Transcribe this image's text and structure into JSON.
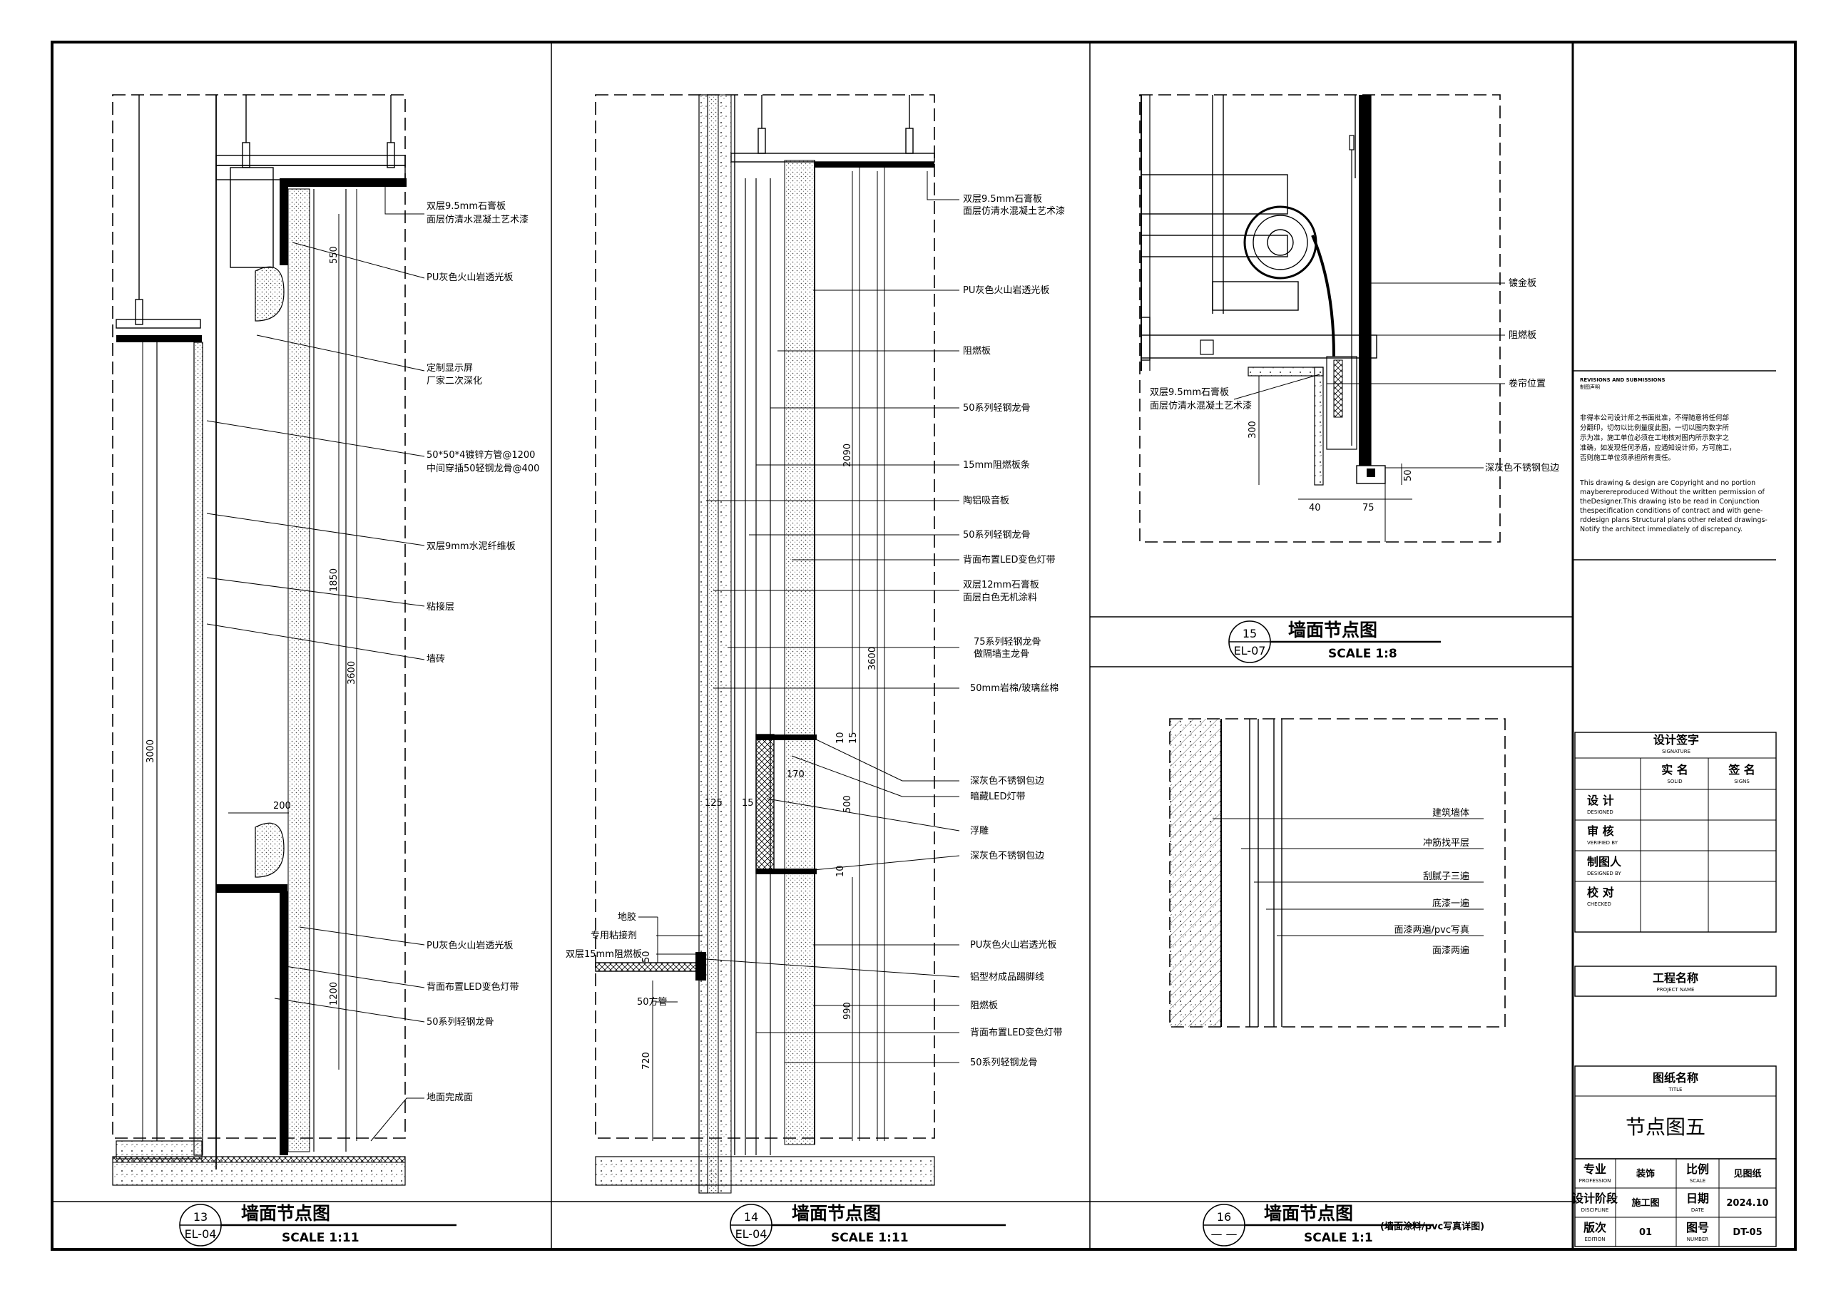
{
  "panel13": {
    "labels": {
      "gypsum1": "双层9.5mm石膏板",
      "gypsum2": "面层仿清水混凝土艺术漆",
      "pu1": "PU灰色火山岩透光板",
      "screen1": "定制显示屏",
      "screen2": "厂家二次深化",
      "pipe1": "50*50*4镀锌方管@1200",
      "pipe2": "中间穿插50轻钢龙骨@400",
      "cement": "双层9mm水泥纤维板",
      "bond": "粘接层",
      "tile": "墙砖",
      "pu2": "PU灰色火山岩透光板",
      "led": "背面布置LED变色灯带",
      "keel": "50系列轻钢龙骨",
      "floor": "地面完成面"
    },
    "dims": {
      "d550": "550",
      "d1850": "1850",
      "d3600": "3600",
      "d3000": "3000",
      "d200": "200",
      "d1200": "1200"
    },
    "bubble_num": "13",
    "bubble_ref": "EL-04",
    "title": "墙面节点图",
    "scale": "SCALE  1:11"
  },
  "panel14": {
    "labels": {
      "gypsum1": "双层9.5mm石膏板",
      "gypsum2": "面层仿清水混凝土艺术漆",
      "pu1": "PU灰色火山岩透光板",
      "fire1": "阻燃板",
      "keel1": "50系列轻钢龙骨",
      "strip": "15mm阻燃板条",
      "alu": "陶铝吸音板",
      "keel2": "50系列轻钢龙骨",
      "led1": "背面布置LED变色灯带",
      "gypsum12a": "双层12mm石膏板",
      "gypsum12b": "面层白色无机涂料",
      "keel75a": "75系列轻钢龙骨",
      "keel75b": "做隔墙主龙骨",
      "wool": "50mm岩棉/玻璃丝棉",
      "ss1": "深灰色不锈钢包边",
      "hidden_led": "暗藏LED灯带",
      "relief": "浮雕",
      "ss2": "深灰色不锈钢包边",
      "pu2": "PU灰色火山岩透光板",
      "skirting": "铝型材成品踢脚线",
      "fire2": "阻燃板",
      "led2": "背面布置LED变色灯带",
      "keel3": "50系列轻钢龙骨",
      "glue": "地胶",
      "adhesive": "专用粘接剂",
      "fire15": "双层15mm阻燃板",
      "tube": "50方管"
    },
    "dims": {
      "d2090": "2090",
      "d3600": "3600",
      "d10a": "10",
      "d15a": "15",
      "d170": "170",
      "d125": "125",
      "d15b": "15",
      "d500": "500",
      "d10b": "10",
      "d50": "50",
      "d990": "990",
      "d720": "720"
    },
    "bubble_num": "14",
    "bubble_ref": "EL-04",
    "title": "墙面节点图",
    "scale": "SCALE  1:11"
  },
  "panel15": {
    "labels": {
      "metal": "镀金板",
      "fire": "阻燃板",
      "roller": "卷帘位置",
      "gypsum1": "双层9.5mm石膏板",
      "gypsum2": "面层仿清水混凝土艺术漆",
      "ss": "深灰色不锈钢包边"
    },
    "dims": {
      "d300": "300",
      "d50": "50",
      "d40": "40",
      "d75": "75"
    },
    "bubble_num": "15",
    "bubble_ref": "EL-07",
    "title": "墙面节点图",
    "scale": "SCALE  1:8"
  },
  "panel16": {
    "labels": {
      "wall": "建筑墙体",
      "level": "冲筋找平层",
      "putty": "刮腻子三遍",
      "primer": "底漆一遍",
      "topcoat": "面漆两遍/pvc写真",
      "finish": "面漆两遍"
    },
    "bubble_num": "16",
    "bubble_ref": "— —",
    "title": "墙面节点图",
    "scale": "SCALE  1:1",
    "note": "(墙面涂料/pvc写真详图)"
  },
  "title_block": {
    "rev_title": "REVISIONS AND SUBMISSIONS",
    "rev_sub": "制图声明",
    "cn_note": [
      "非得本公司设计师之书面批准，不得随意将任何部",
      "分翻印，切勿以比例量度此图，一切以图内数字所",
      "示为准，施工单位必须在工地核对图内所示数字之",
      "准确，如发现任何矛盾，应通知设计师，方可施工，",
      "否则施工单位须承担所有责任。"
    ],
    "en_note": [
      "This drawing & design are Copyright and no portion",
      "mayberereproduced Without the written permission of",
      "theDesigner.This drawing isto be read in Conjunction",
      "thespecification conditions of contract and with gene-",
      "rddesign plans Structural plans other related drawings-",
      "Notify the architect immediately of discrepancy."
    ],
    "signature": "设计签字",
    "signature_en": "SIGNATURE",
    "real_name": "实 名",
    "real_name_en": "SOLID",
    "sign": "签 名",
    "sign_en": "SIGNS",
    "design": "设 计",
    "design_en": "DESIGNED",
    "review": "审 核",
    "review_en": "VERIFIED BY",
    "drafter": "制图人",
    "drafter_en": "DESIGNED BY",
    "check": "校 对",
    "check_en": "CHECKED",
    "project": "工程名称",
    "project_en": "PROJECT NAME",
    "drawing_name": "图纸名称",
    "drawing_name_en": "TITLE",
    "drawing_title": "节点图五",
    "major": "专业",
    "major_en": "PROFESSION",
    "major_val": "装饰",
    "ratio": "比例",
    "ratio_en": "SCALE",
    "ratio_val": "见图纸",
    "phase": "设计阶段",
    "phase_en": "DISCIPLINE",
    "phase_val": "施工图",
    "date": "日期",
    "date_en": "DATE",
    "date_val": "2024.10",
    "edition": "版次",
    "edition_en": "EDITION",
    "edition_val": "01",
    "number": "图号",
    "number_en": "NUMBER",
    "number_val": "DT-05"
  }
}
